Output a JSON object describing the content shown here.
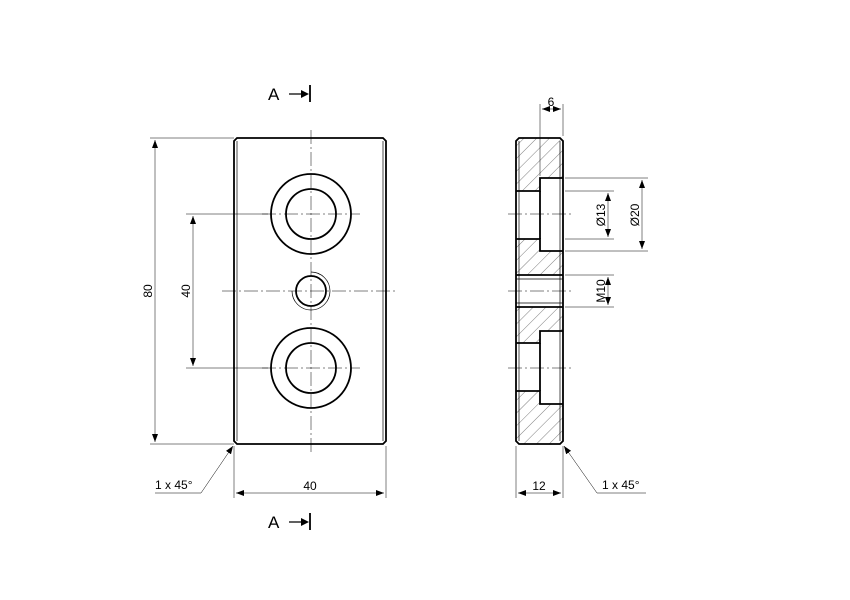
{
  "section_marker": {
    "top_label": "A",
    "bottom_label": "A"
  },
  "front_view": {
    "dim_height": "80",
    "dim_hole_spacing": "40",
    "dim_width": "40",
    "chamfer": "1 x 45°"
  },
  "side_view": {
    "dim_cbore_depth": "6",
    "dim_hole_dia": "Ø13",
    "dim_cbore_dia": "Ø20",
    "dim_thread": "M10",
    "dim_thickness": "12",
    "chamfer": "1 x 45°"
  }
}
